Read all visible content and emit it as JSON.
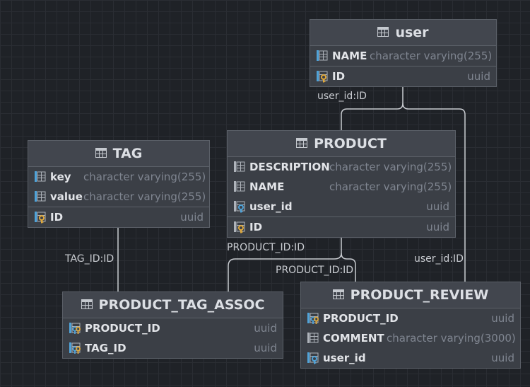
{
  "tables": {
    "user": {
      "name": "user",
      "columns": [
        {
          "name": "NAME",
          "type": "character varying(255)",
          "icon": "column-icon"
        },
        {
          "name": "ID",
          "type": "uuid",
          "icon": "primary-key-icon"
        }
      ]
    },
    "tag": {
      "name": "TAG",
      "columns": [
        {
          "name": "key",
          "type": "character varying(255)",
          "icon": "column-icon"
        },
        {
          "name": "value",
          "type": "character varying(255)",
          "icon": "column-icon"
        },
        {
          "name": "ID",
          "type": "uuid",
          "icon": "primary-key-icon"
        }
      ]
    },
    "product": {
      "name": "PRODUCT",
      "columns": [
        {
          "name": "DESCRIPTION",
          "type": "character varying(255)",
          "icon": "column-icon"
        },
        {
          "name": "NAME",
          "type": "character varying(255)",
          "icon": "column-icon"
        },
        {
          "name": "user_id",
          "type": "uuid",
          "icon": "foreign-key-icon"
        },
        {
          "name": "ID",
          "type": "uuid",
          "icon": "primary-key-icon"
        }
      ]
    },
    "product_tag_assoc": {
      "name": "PRODUCT_TAG_ASSOC",
      "columns": [
        {
          "name": "PRODUCT_ID",
          "type": "uuid",
          "icon": "primary-foreign-key-icon"
        },
        {
          "name": "TAG_ID",
          "type": "uuid",
          "icon": "primary-foreign-key-icon"
        }
      ]
    },
    "product_review": {
      "name": "PRODUCT_REVIEW",
      "columns": [
        {
          "name": "PRODUCT_ID",
          "type": "uuid",
          "icon": "primary-foreign-key-icon"
        },
        {
          "name": "COMMENT",
          "type": "character varying(3000)",
          "icon": "column-icon"
        },
        {
          "name": "user_id",
          "type": "uuid",
          "icon": "foreign-key-icon"
        }
      ]
    }
  },
  "relations": {
    "product_user": "user_id:ID",
    "review_user": "user_id:ID",
    "assoc_tag": "TAG_ID:ID",
    "assoc_product": "PRODUCT_ID:ID",
    "review_product": "PRODUCT_ID:ID"
  },
  "colors": {
    "background": "#1f2227",
    "table_fill": "#3b3f46",
    "table_border": "#5b6068",
    "connector": "#c9ccd1",
    "key_gold": "#e0a93b",
    "fk_blue": "#4fa3d9"
  }
}
